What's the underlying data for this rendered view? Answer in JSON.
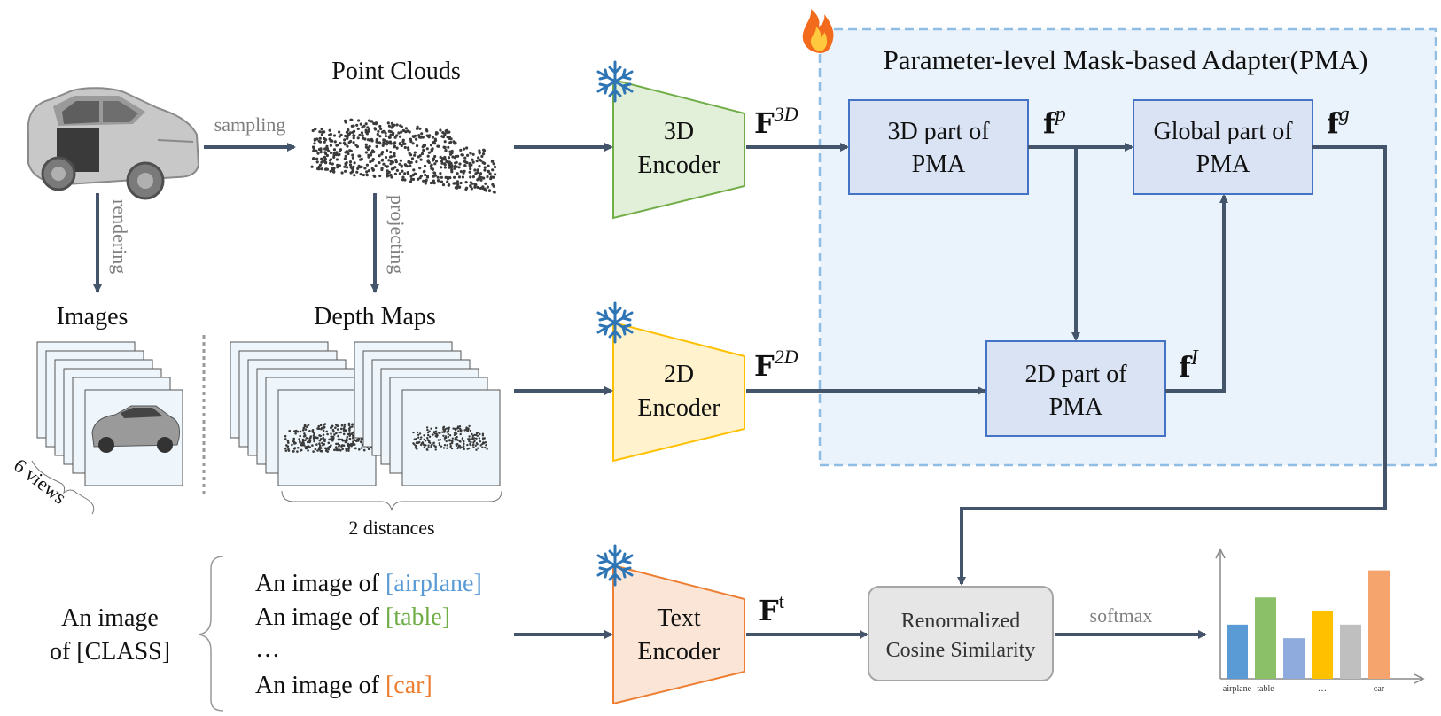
{
  "pma": {
    "title": "Parameter-level Mask-based Adapter(PMA)",
    "part3d_line1": "3D part of",
    "part3d_line2": "PMA",
    "global_line1": "Global part of",
    "global_line2": "PMA",
    "part2d_line1": "2D part of",
    "part2d_line2": "PMA"
  },
  "encoders": {
    "enc3d_line1": "3D",
    "enc3d_line2": "Encoder",
    "enc2d_line1": "2D",
    "enc2d_line2": "Encoder",
    "text_line1": "Text",
    "text_line2": "Encoder"
  },
  "features": {
    "F3D_base": "F",
    "F3D_sup": "3D",
    "F2D_base": "F",
    "F2D_sup": "2D",
    "Ft_base": "F",
    "Ft_sup": "t",
    "fp_base": "f",
    "fp_sup": "p",
    "fg_base": "f",
    "fg_sup": "g",
    "fI_base": "f",
    "fI_sup": "I"
  },
  "inputs": {
    "point_clouds": "Point Clouds",
    "sampling": "sampling",
    "rendering": "rendering",
    "projecting": "projecting",
    "images": "Images",
    "depth_maps": "Depth Maps",
    "six_views": "6 views",
    "two_distances": "2 distances"
  },
  "prompts": {
    "template_line1": "An image",
    "template_line2": "of [CLASS]",
    "prefix": "An image of ",
    "class_airplane": "[airplane]",
    "class_table": "[table]",
    "class_car": "[car]",
    "ellipsis": "…"
  },
  "similarity": {
    "line1": "Renormalized",
    "line2": "Cosine Similarity",
    "softmax": "softmax"
  },
  "colors": {
    "arrow": "#44546a",
    "pma_bg": "#eaf3fb",
    "pma_border": "#8fbde3",
    "pma_box": "#dae3f3",
    "pma_box_border": "#4472c4",
    "enc3d_fill": "#e2f0d9",
    "enc3d_stroke": "#70ad47",
    "enc2d_fill": "#fff2cc",
    "enc2d_stroke": "#ffc000",
    "text_fill": "#fbe5d6",
    "text_stroke": "#ed7d31",
    "airplane": "#5b9bd5",
    "table": "#70ad47",
    "car": "#ed7d31",
    "similarity_fill": "#e7e6e6"
  },
  "chart_data": {
    "type": "bar",
    "categories": [
      "airplane",
      "table",
      "",
      "…",
      "",
      "car"
    ],
    "values": [
      40,
      60,
      30,
      50,
      40,
      80
    ],
    "colors": [
      "#5b9bd5",
      "#8cc068",
      "#8faadc",
      "#ffc000",
      "#bfbfbf",
      "#f4a46c"
    ],
    "ylim": [
      0,
      85
    ]
  }
}
